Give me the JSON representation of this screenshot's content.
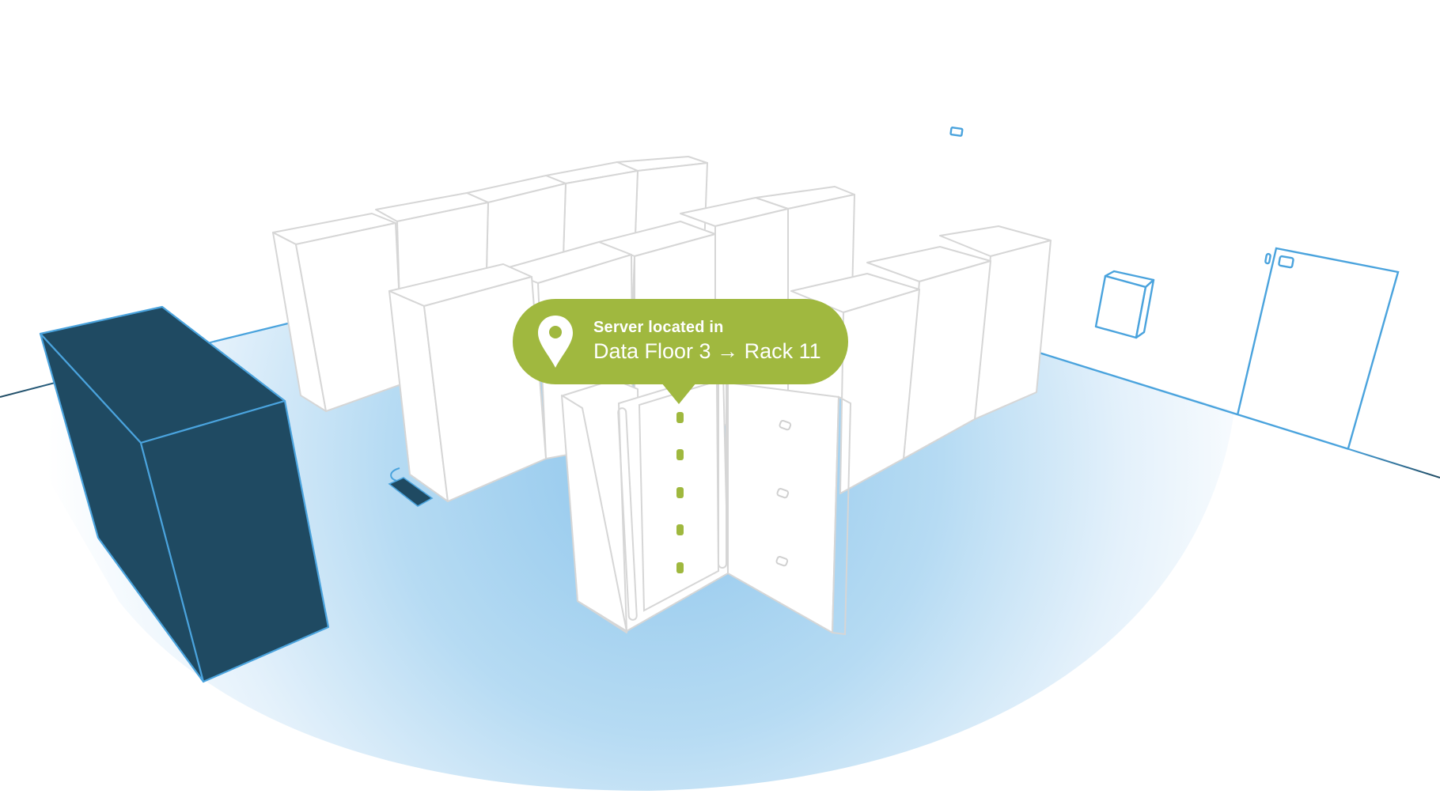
{
  "scene": {
    "type": "isometric data-center floor illustration",
    "colors": {
      "background": "#ffffff",
      "floor_glow": "#9ccdef",
      "rack_outline": "#d6d6d6",
      "wall_outline": "#4aa3dd",
      "highlight_box": "#1f4a62",
      "accent_green": "#a0b83f"
    }
  },
  "callout": {
    "icon": "map-pin-icon",
    "title": "Server located in",
    "location": "Data Floor 3 → Rack 11",
    "floor": "Data Floor 3",
    "rack": "Rack 11"
  },
  "selected_rack": {
    "led_count": 5,
    "led_color": "#9fb83e",
    "door_handle_count": 3
  }
}
